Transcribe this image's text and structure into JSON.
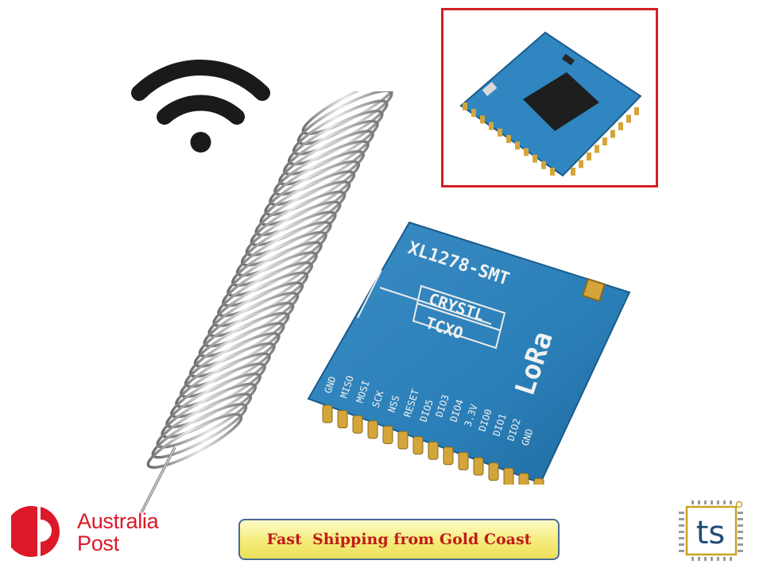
{
  "product": {
    "board_label": "XL1278-SMT",
    "silk_crystal": "CRYSTL",
    "silk_tcxo": "TCXO",
    "brand_mark": "LoRa",
    "pins_left": [
      "GND",
      "MISO",
      "MOSI",
      "SCK",
      "NSS",
      "RESET",
      "DIO5"
    ],
    "pins_right": [
      "DIO3",
      "DIO4",
      "3.3V",
      "DIO0",
      "DIO1",
      "DIO2",
      "GND"
    ]
  },
  "icons": {
    "wifi": "wifi-icon",
    "antenna": "spring-antenna",
    "australia_post": "australia-post-logo",
    "ts": "ts-logo"
  },
  "australia_post": {
    "line1": "Australia",
    "line2": "Post"
  },
  "banner": {
    "text": "Fast  Shipping from Gold Coast"
  },
  "ts_logo": {
    "text": "ts"
  },
  "colors": {
    "inset_border": "#d32027",
    "australia_post_red": "#dc1928",
    "banner_text": "#c01a1a",
    "banner_fill": "#f4ec7a",
    "banner_border": "#4a6a93",
    "pcb_blue": "#2b7fb8",
    "gold_pad": "#d4a53a"
  }
}
